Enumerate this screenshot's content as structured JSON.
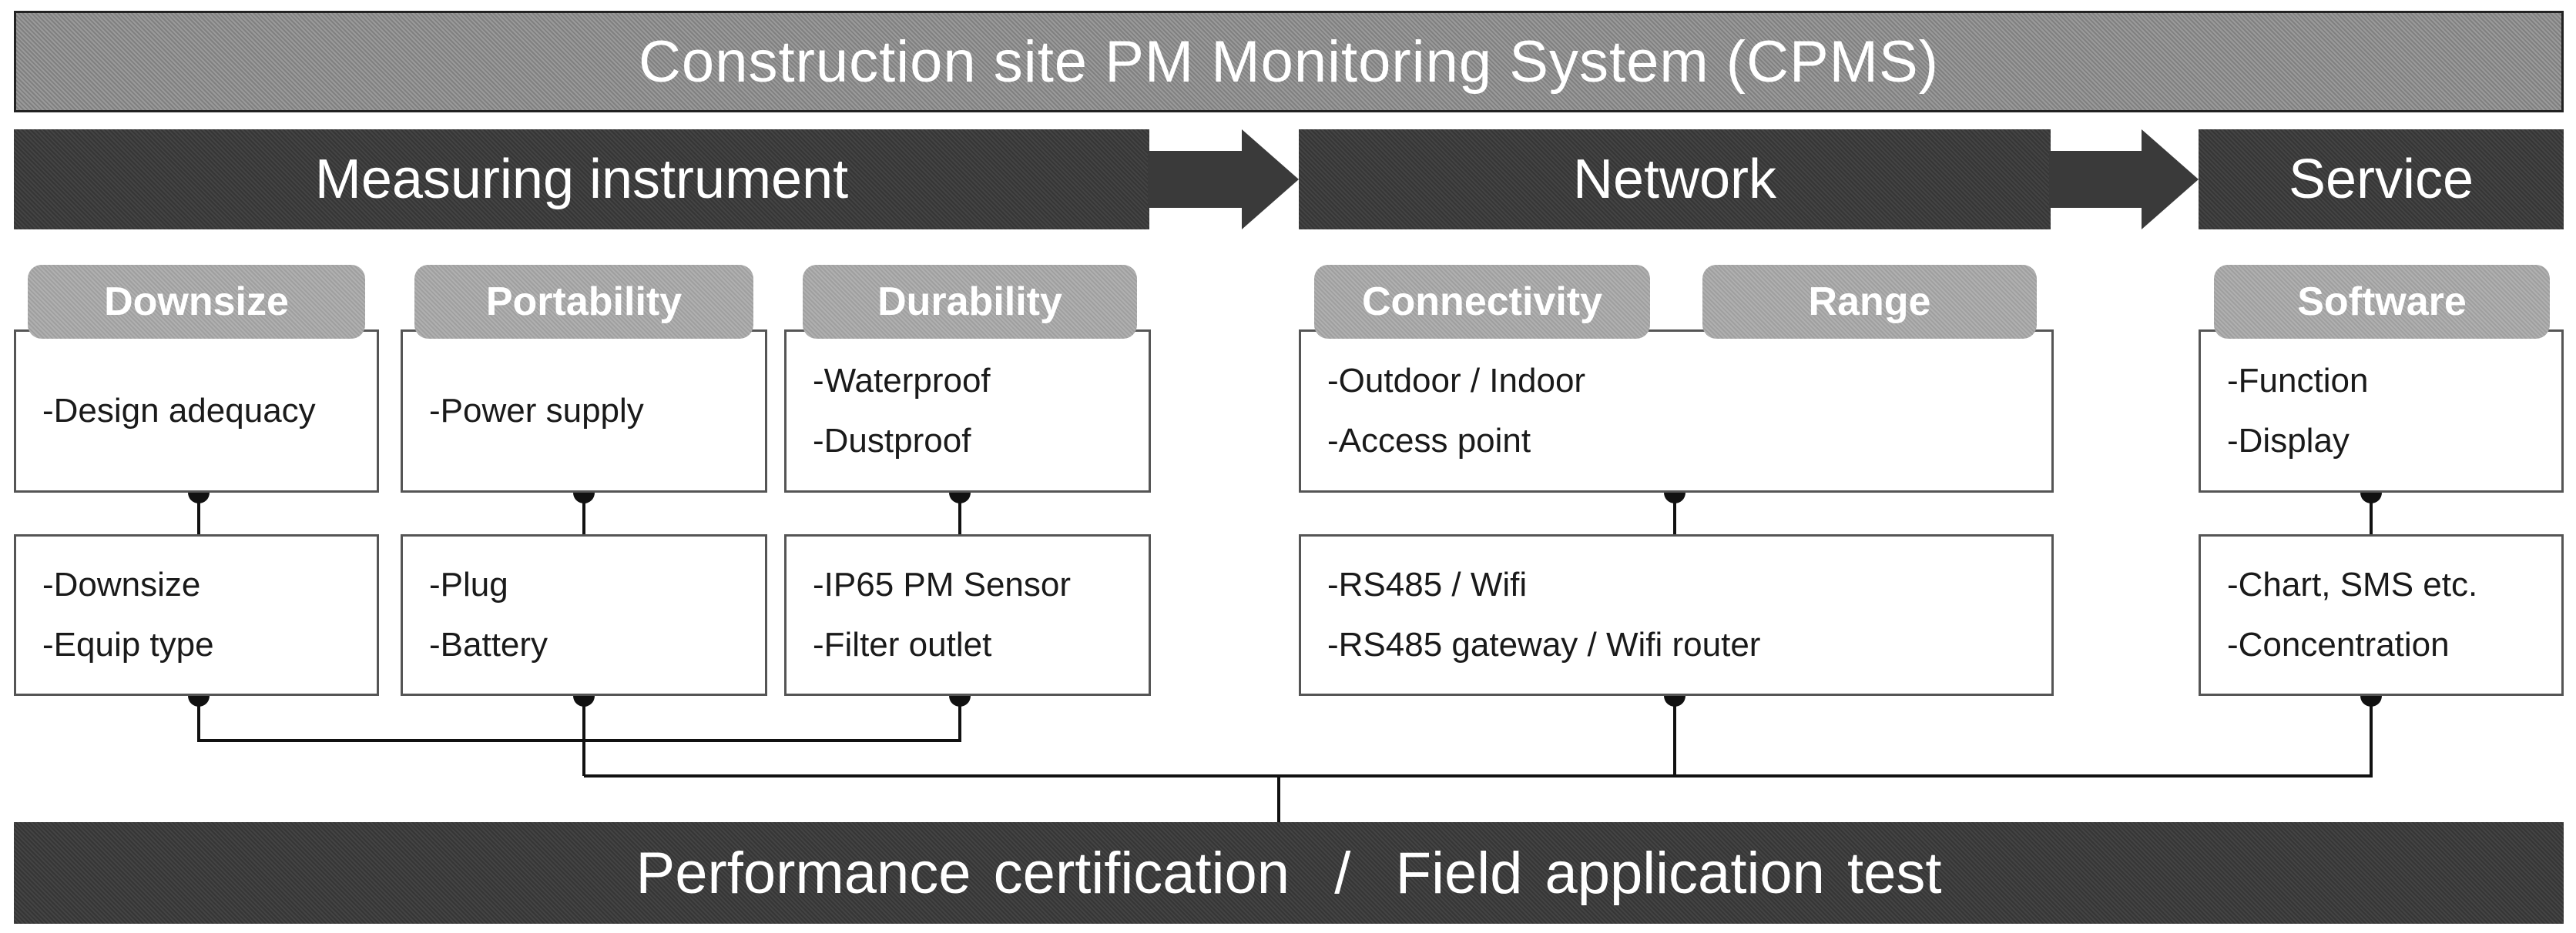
{
  "title": "Construction site PM Monitoring System (CPMS)",
  "sections": {
    "measuring": "Measuring instrument",
    "network": "Network",
    "service": "Service"
  },
  "pills": {
    "downsize": "Downsize",
    "portability": "Portability",
    "durability": "Durability",
    "connectivity": "Connectivity",
    "range": "Range",
    "software": "Software"
  },
  "boxes": {
    "downsize_top": [
      "-Design adequacy"
    ],
    "downsize_bottom": [
      "-Downsize",
      "-Equip type"
    ],
    "portability_top": [
      "-Power supply"
    ],
    "portability_bottom": [
      "-Plug",
      "-Battery"
    ],
    "durability_top": [
      "-Waterproof",
      "-Dustproof"
    ],
    "durability_bottom": [
      "-IP65 PM Sensor",
      "-Filter outlet"
    ],
    "network_top": [
      "-Outdoor / Indoor",
      "-Access point"
    ],
    "network_bottom": [
      "-RS485 / Wifi",
      "-RS485 gateway / Wifi router"
    ],
    "service_top": [
      "-Function",
      "-Display"
    ],
    "service_bottom": [
      "-Chart, SMS etc.",
      "-Concentration"
    ]
  },
  "footer": "Performance certification  /  Field application test"
}
